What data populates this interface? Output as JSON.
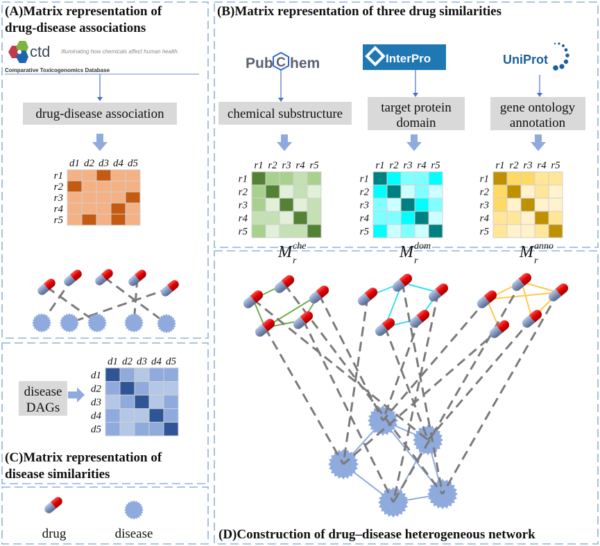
{
  "panels": {
    "a": {
      "title_1": "(A)Matrix representation of",
      "title_2": "drug-disease associations",
      "box": "drug-disease association"
    },
    "b": {
      "title": "(B)Matrix representation of three drug similarities",
      "boxes": [
        [
          "chemical substructure"
        ],
        [
          "target protein",
          "domain"
        ],
        [
          "gene ontology",
          "annotation"
        ]
      ]
    },
    "c": {
      "title_1": "(C)Matrix representation of",
      "title_2": "disease similarities",
      "box_1": "disease",
      "box_2": "DAGs"
    },
    "d": {
      "title": "(D)Construction of drug–disease heterogeneous network"
    }
  },
  "logos": {
    "ctd": {
      "name": "ctd",
      "tagline": "Illuminating how chemicals affect human health.",
      "full": "Comparative Toxicogenomics Database"
    },
    "pubchem": {
      "pre": "Pub",
      "mid": "C",
      "post": "hem"
    },
    "interpro": {
      "name": "InterPro"
    },
    "uniprot": {
      "name": "UniProt"
    }
  },
  "legend": {
    "drug": "drug",
    "disease": "disease"
  },
  "matrices": {
    "assoc": {
      "rows": [
        "r1",
        "r2",
        "r3",
        "r4",
        "r5"
      ],
      "cols": [
        "d1",
        "d2",
        "d3",
        "d4",
        "d5"
      ],
      "palette": [
        "#c55a11",
        "#f4b183"
      ],
      "levels": [
        [
          1,
          1,
          0,
          1,
          1
        ],
        [
          0,
          1,
          1,
          1,
          1
        ],
        [
          1,
          1,
          1,
          1,
          0
        ],
        [
          1,
          1,
          1,
          0,
          1
        ],
        [
          1,
          0,
          1,
          0,
          1
        ]
      ]
    },
    "che": {
      "rows": [
        "r1",
        "r2",
        "r3",
        "r4",
        "r5"
      ],
      "cols": [
        "r1",
        "r2",
        "r3",
        "r4",
        "r5"
      ],
      "palette": [
        "#548235",
        "#a9d18e",
        "#c5e0b4",
        "#e2efd9"
      ],
      "levels": [
        [
          0,
          1,
          1,
          2,
          1
        ],
        [
          1,
          0,
          3,
          2,
          3
        ],
        [
          1,
          3,
          0,
          3,
          2
        ],
        [
          2,
          2,
          3,
          0,
          2
        ],
        [
          1,
          3,
          2,
          2,
          0
        ]
      ],
      "symbol": "M",
      "sub": "r",
      "sup": "che"
    },
    "dom": {
      "rows": [
        "r1",
        "r2",
        "r3",
        "r4",
        "r5"
      ],
      "cols": [
        "r1",
        "r2",
        "r3",
        "r4",
        "r5"
      ],
      "palette": [
        "#008080",
        "#00ffff",
        "#7fffff",
        "#ccffff"
      ],
      "levels": [
        [
          0,
          1,
          2,
          2,
          1
        ],
        [
          1,
          0,
          3,
          2,
          3
        ],
        [
          2,
          3,
          0,
          1,
          2
        ],
        [
          2,
          2,
          1,
          0,
          3
        ],
        [
          1,
          3,
          2,
          3,
          0
        ]
      ],
      "symbol": "M",
      "sub": "r",
      "sup": "dom"
    },
    "anno": {
      "rows": [
        "r1",
        "r2",
        "r3",
        "r4",
        "r5"
      ],
      "cols": [
        "r1",
        "r2",
        "r3",
        "r4",
        "r5"
      ],
      "palette": [
        "#bf9000",
        "#ffd966",
        "#ffe699",
        "#fff2cc"
      ],
      "levels": [
        [
          0,
          1,
          1,
          2,
          2
        ],
        [
          1,
          0,
          3,
          2,
          3
        ],
        [
          1,
          3,
          0,
          3,
          3
        ],
        [
          2,
          2,
          3,
          0,
          2
        ],
        [
          2,
          3,
          3,
          2,
          0
        ]
      ],
      "symbol": "M",
      "sub": "r",
      "sup": "anno"
    },
    "dis": {
      "rows": [
        "d1",
        "d2",
        "d3",
        "d4",
        "d5"
      ],
      "cols": [
        "d1",
        "d2",
        "d3",
        "d4",
        "d5"
      ],
      "palette": [
        "#2f5597",
        "#8faadc",
        "#b4c7e7"
      ],
      "levels": [
        [
          0,
          1,
          2,
          1,
          1
        ],
        [
          1,
          0,
          1,
          2,
          2
        ],
        [
          2,
          1,
          0,
          2,
          1
        ],
        [
          1,
          2,
          2,
          0,
          1
        ],
        [
          1,
          2,
          1,
          1,
          0
        ]
      ]
    }
  },
  "colors": {
    "che_edge": "#70ad47",
    "dom_edge": "#33e0f0",
    "anno_edge": "#ffc84a",
    "disease": "#8faadc",
    "disease_edge": "#8faadc"
  }
}
